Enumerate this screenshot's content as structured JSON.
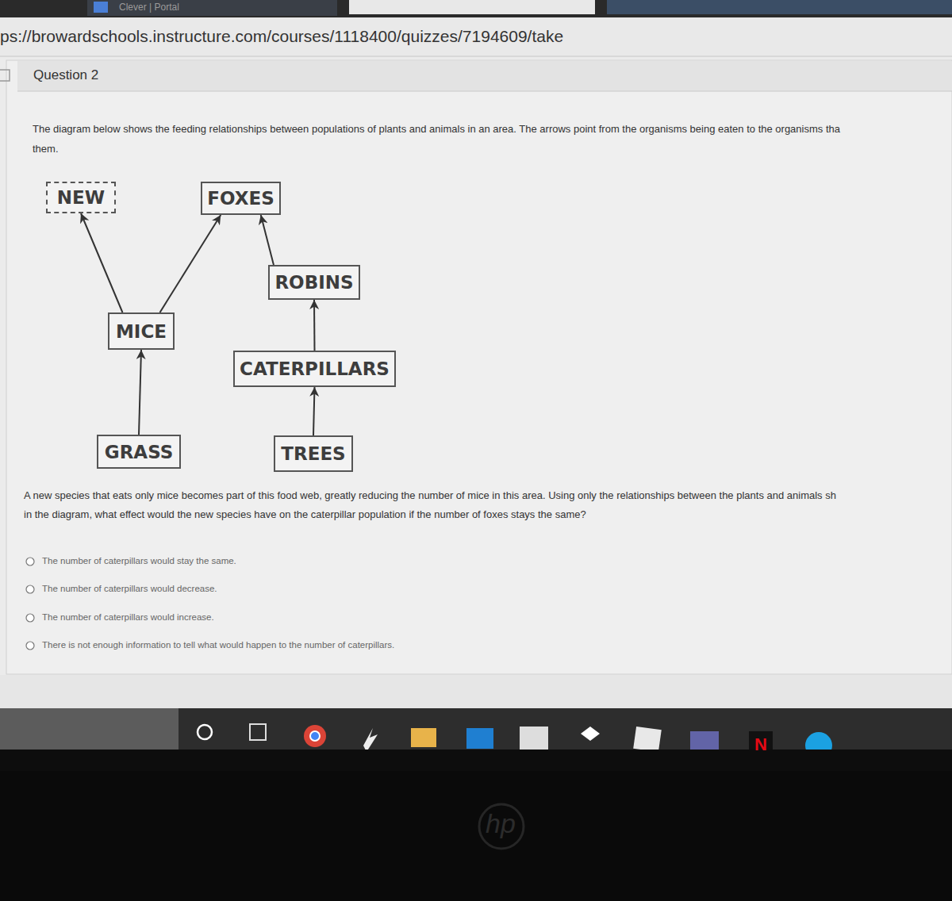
{
  "diagram": {
    "title": "Question 2",
    "nodes": [
      {
        "text": [
          "NEW"
        ]
      },
      {
        "text": [
          "FOXES"
        ]
      },
      {
        "text": [
          "ROBINS"
        ]
      },
      {
        "text": [
          "MICE"
        ]
      },
      {
        "text": [
          "CATERPILLARS"
        ]
      },
      {
        "text": [
          "GRASS"
        ]
      },
      {
        "text": [
          "TREES"
        ]
      }
    ],
    "edges": [
      {
        "from": 3,
        "to": 0,
        "arrow": "to"
      },
      {
        "from": 3,
        "to": 1,
        "arrow": "to"
      },
      {
        "from": 2,
        "to": 1,
        "arrow": "to"
      },
      {
        "from": 4,
        "to": 2,
        "arrow": "to"
      },
      {
        "from": 5,
        "to": 3,
        "arrow": "to"
      },
      {
        "from": 6,
        "to": 4,
        "arrow": "to"
      }
    ],
    "labels": [
      "Clever | Portal",
      "ps://browardschools.instructure.com/courses/1118400/quizzes/7194609/take",
      "The diagram below shows the feeding relationships between populations of plants and animals in an area. The arrows point from the organisms being eaten to the organisms tha",
      "them.",
      "A new species that eats only mice becomes part of this food web, greatly reducing the number of mice in this area. Using only the relationships between the plants and animals sh",
      "in the diagram, what effect would the new species have on the caterpillar population if the number of foxes stays the same?",
      "The number of caterpillars would stay the same.",
      "The number of caterpillars would decrease.",
      "The number of caterpillars would increase.",
      "There is not enough information to tell what would happen to the number of caterpillars.",
      "N",
      "hp"
    ]
  }
}
